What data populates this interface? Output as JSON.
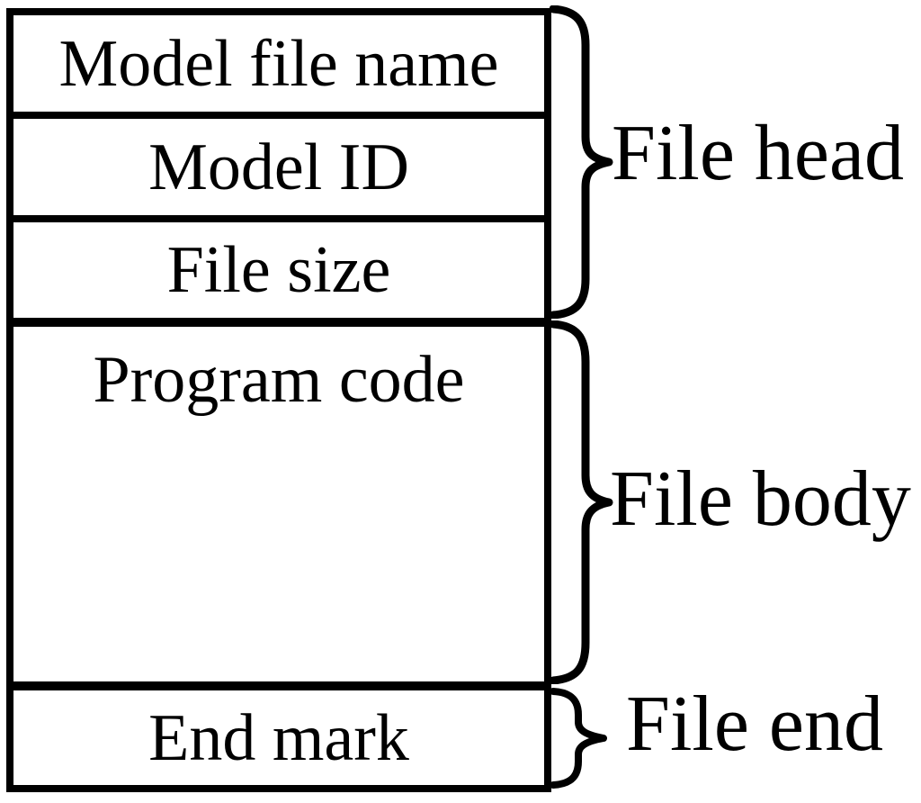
{
  "canvas": {
    "background_color": "#ffffff",
    "ink_color": "#000000"
  },
  "structure": {
    "rows": [
      {
        "label": "Model file name"
      },
      {
        "label": "Model ID"
      },
      {
        "label": "File size"
      },
      {
        "label": "Program code"
      },
      {
        "label": "End mark"
      }
    ],
    "sections": [
      {
        "label": "File head",
        "rows": [
          "Model file name",
          "Model ID",
          "File size"
        ]
      },
      {
        "label": "File body",
        "rows": [
          "Program code"
        ]
      },
      {
        "label": "File end",
        "rows": [
          "End mark"
        ]
      }
    ]
  }
}
